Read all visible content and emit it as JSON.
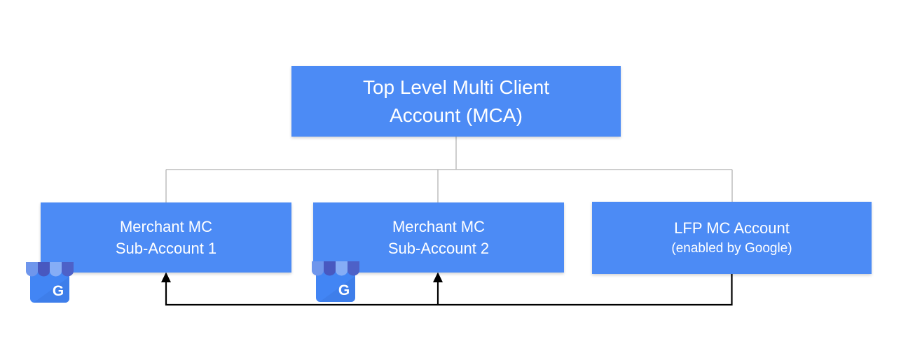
{
  "diagram": {
    "root_node": {
      "line1": "Top Level Multi Client",
      "line2": "Account (MCA)"
    },
    "nodes": [
      {
        "id": "merchant-sub-account-1",
        "line1": "Merchant MC",
        "line2": "Sub-Account 1",
        "icon": "google-my-business-icon"
      },
      {
        "id": "merchant-sub-account-2",
        "line1": "Merchant MC",
        "line2": "Sub-Account 2",
        "icon": "google-my-business-icon"
      },
      {
        "id": "lfp-mc-account",
        "line1": "LFP MC Account",
        "line2": "(enabled by Google)",
        "icon": null
      }
    ],
    "gmb_icon": {
      "letter": "G"
    },
    "colors": {
      "node_fill": "#4C8BF5",
      "node_text": "#FFFFFF",
      "tree_connector": "#BDBDBD",
      "feed_arrow": "#000000",
      "gmb_body": "#4285F4",
      "gmb_body_shade": "#3A77DF",
      "gmb_awning_light": "#6F96EC",
      "gmb_awning_dark": "#4858C0",
      "gmb_awning_pale": "#86ADF6",
      "gmb_awning_dark2": "#4D61C8"
    }
  }
}
